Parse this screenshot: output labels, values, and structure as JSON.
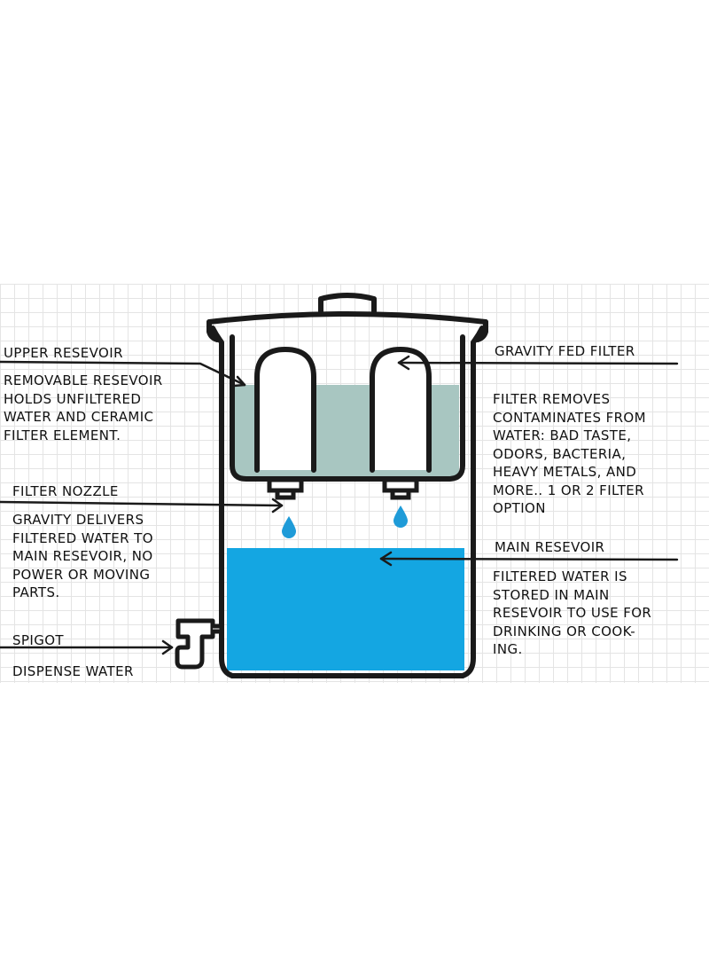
{
  "labels": {
    "upper_reservoir_title": "UPPER RESEVOIR",
    "upper_reservoir_desc": "REMOVABLE RESEVOIR\nHOLDS UNFILTERED\nWATER AND CERAMIC\nFILTER ELEMENT.",
    "filter_nozzle_title": "FILTER NOZZLE",
    "filter_nozzle_desc": "GRAVITY DELIVERS\nFILTERED WATER TO\nMAIN  RESEVOIR, NO\nPOWER OR MOVING\nPARTS.",
    "spigot_title": "SPIGOT",
    "spigot_desc": "DISPENSE WATER",
    "gravity_filter_title": "GRAVITY FED FILTER",
    "gravity_filter_desc": "FILTER REMOVES\nCONTAMINATES FROM\nWATER: BAD TASTE,\nODORS, BACTERIA,\nHEAVY METALS, AND\nMORE.. 1 OR 2 FILTER\nOPTION",
    "main_reservoir_title": "MAIN RESEVOIR",
    "main_reservoir_desc": "FILTERED WATER IS\nSTORED IN MAIN\nRESEVOIR TO USE FOR\nDRINKING OR COOK-\nING."
  },
  "colors": {
    "outline": "#1a1a1a",
    "upper_water": "#a8c6c1",
    "main_water": "#14a6e2",
    "drop": "#1f9bd8",
    "grid": "#e4e4e4",
    "filter_body": "#ffffff"
  },
  "icons": [
    "water-drop-icon",
    "arrow-icon"
  ]
}
